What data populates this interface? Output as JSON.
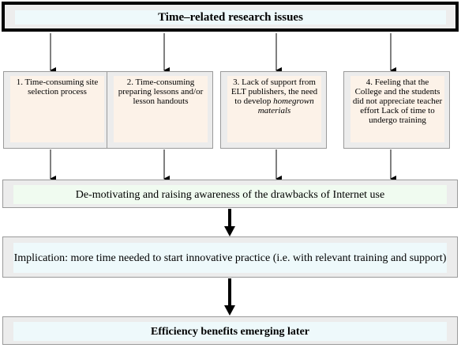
{
  "title": "Time–related research issues",
  "issues": [
    {
      "label": "1.  Time-consuming site selection process"
    },
    {
      "label": "2. Time-consuming preparing lessons and/or lesson handouts"
    },
    {
      "label_a": "3.  Lack of support from ELT publishers, the need to develop ",
      "label_b": "homegrown materials"
    },
    {
      "label": "4.  Feeling that the College and the students did not appreciate teacher effort Lack of time to undergo training"
    }
  ],
  "demotivating": "De-motivating and raising awareness of the drawbacks of Internet use",
  "implication": "Implication: more time needed to start innovative practice (i.e. with relevant training and support)",
  "efficiency": "Efficiency benefits emerging later"
}
